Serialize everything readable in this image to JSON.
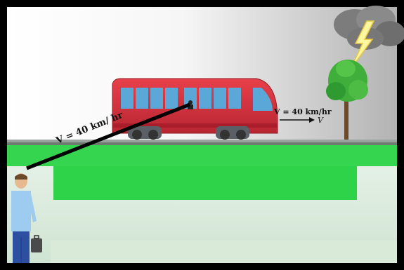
{
  "labels": {
    "sight_line_velocity": "V = 40 km/ hr",
    "bus_velocity": "V = 40 km/hr",
    "bus_velocity_symbol": "V"
  },
  "colors": {
    "sky_left": "#ffffff",
    "sky_right": "#b5b5b5",
    "grass": "#2fd34a",
    "bus_body": "#d7343f",
    "bus_window": "#5aa7d8",
    "tree_leaves": "#3fae3a",
    "person_shirt": "#9ecbf0",
    "person_pants": "#2d4fa0"
  },
  "icons": {
    "lightning": "lightning-bolt-icon",
    "cloud": "storm-cloud-icon",
    "briefcase": "briefcase-icon"
  }
}
